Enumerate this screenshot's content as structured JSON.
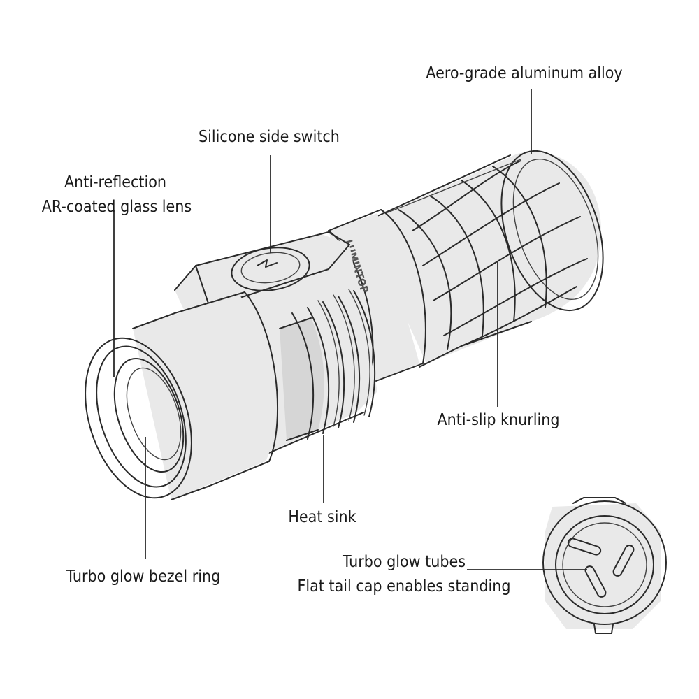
{
  "labels": {
    "aluminum": "Aero-grade aluminum alloy",
    "side_switch": "Silicone side switch",
    "lens_line1": "Anti-reflection",
    "lens_line2": "AR-coated glass lens",
    "knurling": "Anti-slip knurling",
    "heat_sink": "Heat sink",
    "bezel": "Turbo glow bezel ring",
    "tubes_line1": "Turbo glow tubes",
    "tubes_line2": "Flat tail cap enables standing"
  },
  "brand_mark": "LUMINTOP",
  "icons": {
    "switch_logo": "arrow-logo-icon"
  }
}
